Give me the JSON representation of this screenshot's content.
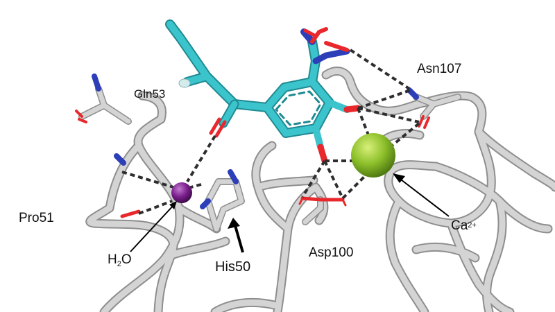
{
  "labels": {
    "gln53": "Gln53",
    "asn107": "Asn107",
    "pro51": "Pro51",
    "asp100": "Asp100",
    "his50": "His50",
    "water": {
      "main": "H",
      "sub": "2",
      "tail": "O"
    },
    "calcium": {
      "main": "Ca",
      "sup": "2+"
    }
  },
  "colors": {
    "protein": "#c8c8c8",
    "ligand_carbon": "#3cc4cc",
    "oxygen": "#e8282c",
    "nitrogen": "#2c3eb8",
    "water": "#7a1f8c",
    "calcium": "#8cbf2a",
    "hbond": "#2e2e2e",
    "arrow": "#000000"
  }
}
